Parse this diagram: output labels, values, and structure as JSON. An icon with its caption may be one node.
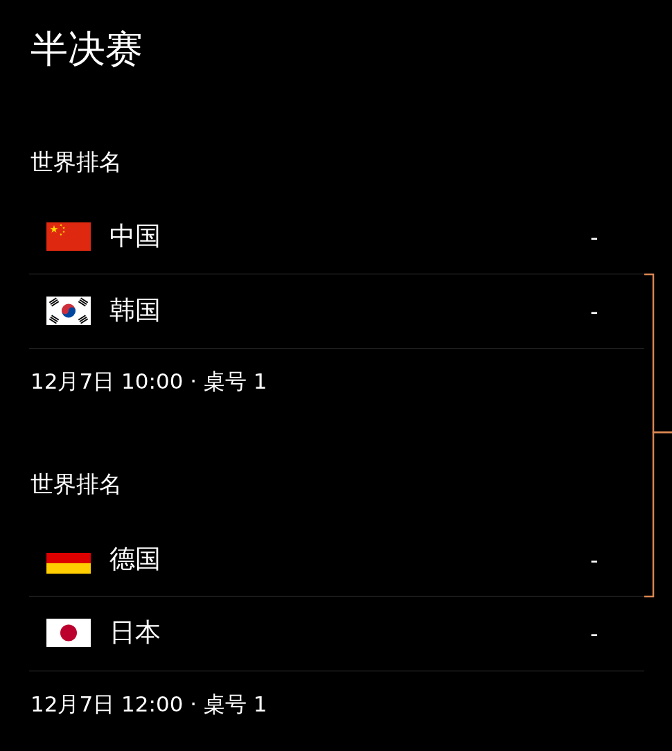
{
  "diagram": {
    "title": "半决赛",
    "nodes": [
      {
        "text": [
          "中国",
          "-"
        ]
      },
      {
        "text": [
          "韩国",
          "-"
        ]
      },
      {
        "text": [
          "德国",
          "-"
        ]
      },
      {
        "text": [
          "日本",
          "-"
        ]
      }
    ],
    "edges": [
      {
        "from": 1,
        "to": null,
        "arrow": "none"
      },
      {
        "from": 2,
        "to": null,
        "arrow": "none"
      }
    ],
    "labels": [
      "世界排名",
      "12月7日 10:00 · 桌号 1",
      "世界排名",
      "12月7日 12:00 · 桌号 1"
    ]
  }
}
